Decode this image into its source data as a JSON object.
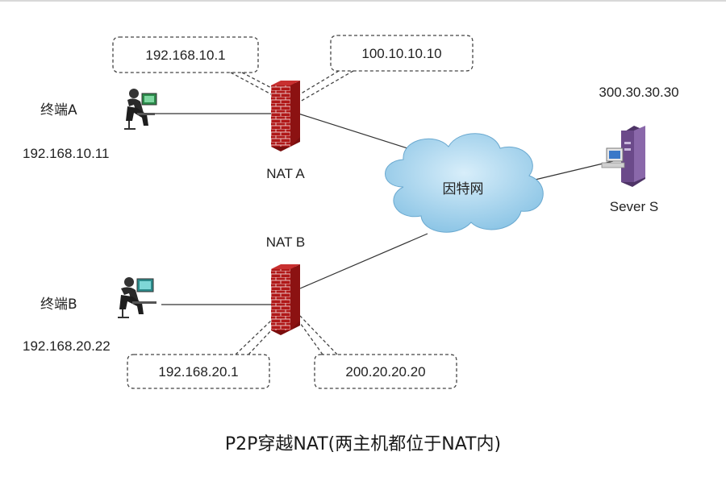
{
  "terminal_a": {
    "label": "终端A",
    "ip": "192.168.10.11"
  },
  "terminal_b": {
    "label": "终端B",
    "ip": "192.168.20.22"
  },
  "nat_a": {
    "label": "NAT A",
    "inner_ip": "192.168.10.1",
    "outer_ip": "100.10.10.10"
  },
  "nat_b": {
    "label": "NAT B",
    "inner_ip": "192.168.20.1",
    "outer_ip": "200.20.20.20"
  },
  "internet": {
    "label": "因特网"
  },
  "server": {
    "label": "Sever S",
    "ip": "300.30.30.30"
  },
  "caption": "P2P穿越NAT(两主机都位于NAT内)",
  "colors": {
    "firewall": "#b01818",
    "cloud": "#a6d4ee",
    "server": "#6b4a8a",
    "line": "#333333"
  }
}
